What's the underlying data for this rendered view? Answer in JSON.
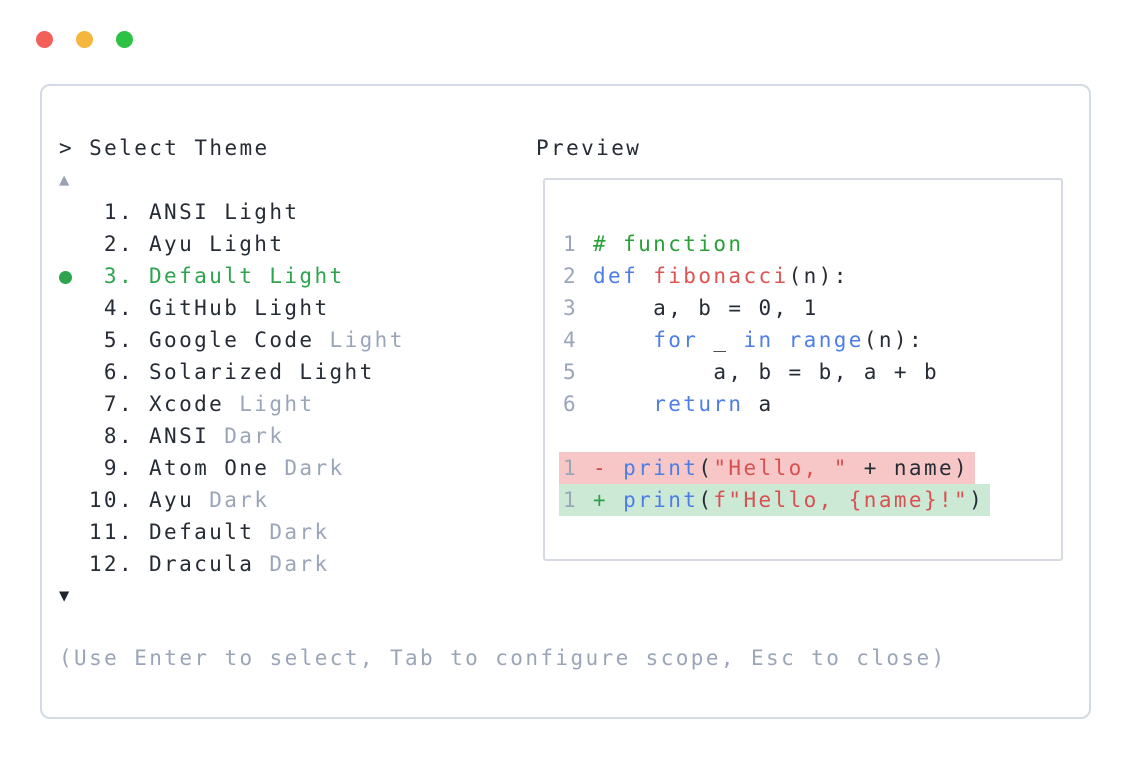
{
  "window": {
    "traffic_lights": [
      {
        "name": "close",
        "color": "#f3605a"
      },
      {
        "name": "minimize",
        "color": "#f5b63e"
      },
      {
        "name": "zoom",
        "color": "#2ec244"
      }
    ]
  },
  "palette": {
    "accent_green": "#2da44e",
    "keyword_blue": "#4d7ee8",
    "function_red": "#df5353",
    "string_red": "#d95050",
    "comment_green": "#28a138",
    "muted_gray": "#9aa6b8",
    "text_dark": "#262c35",
    "diff_removed_bg": "#f7c7c7",
    "diff_added_bg": "#cbe9d5",
    "panel_border": "#d4dae3"
  },
  "prompt": {
    "label": "> Select Theme"
  },
  "list": {
    "scroll_up_glyph": "▲",
    "scroll_down_glyph": "▼",
    "items": [
      {
        "number": "1.",
        "selected": false,
        "parts": [
          {
            "text": "ANSI Light",
            "muted": false
          }
        ]
      },
      {
        "number": "2.",
        "selected": false,
        "parts": [
          {
            "text": "Ayu Light",
            "muted": false
          }
        ]
      },
      {
        "number": "3.",
        "selected": true,
        "parts": [
          {
            "text": "Default Light",
            "muted": false
          }
        ]
      },
      {
        "number": "4.",
        "selected": false,
        "parts": [
          {
            "text": "GitHub Light",
            "muted": false
          }
        ]
      },
      {
        "number": "5.",
        "selected": false,
        "parts": [
          {
            "text": "Google Code ",
            "muted": false
          },
          {
            "text": "Light",
            "muted": true
          }
        ]
      },
      {
        "number": "6.",
        "selected": false,
        "parts": [
          {
            "text": "Solarized Light",
            "muted": false
          }
        ]
      },
      {
        "number": "7.",
        "selected": false,
        "parts": [
          {
            "text": "Xcode ",
            "muted": false
          },
          {
            "text": "Light",
            "muted": true
          }
        ]
      },
      {
        "number": "8.",
        "selected": false,
        "parts": [
          {
            "text": "ANSI ",
            "muted": false
          },
          {
            "text": "Dark",
            "muted": true
          }
        ]
      },
      {
        "number": "9.",
        "selected": false,
        "parts": [
          {
            "text": "Atom One ",
            "muted": false
          },
          {
            "text": "Dark",
            "muted": true
          }
        ]
      },
      {
        "number": "10.",
        "selected": false,
        "parts": [
          {
            "text": "Ayu ",
            "muted": false
          },
          {
            "text": "Dark",
            "muted": true
          }
        ]
      },
      {
        "number": "11.",
        "selected": false,
        "parts": [
          {
            "text": "Default ",
            "muted": false
          },
          {
            "text": "Dark",
            "muted": true
          }
        ]
      },
      {
        "number": "12.",
        "selected": false,
        "parts": [
          {
            "text": "Dracula ",
            "muted": false
          },
          {
            "text": "Dark",
            "muted": true
          }
        ]
      }
    ]
  },
  "footer": {
    "hint": "(Use Enter to select, Tab to configure scope, Esc to close)"
  },
  "preview": {
    "title": "Preview",
    "code_lines": [
      {
        "number": "1",
        "diff": null,
        "tokens": [
          {
            "text": "# function",
            "style": "comment"
          }
        ]
      },
      {
        "number": "2",
        "diff": null,
        "tokens": [
          {
            "text": "def",
            "style": "keyword"
          },
          {
            "text": " ",
            "style": "plain"
          },
          {
            "text": "fibonacci",
            "style": "function"
          },
          {
            "text": "(n):",
            "style": "plain"
          }
        ]
      },
      {
        "number": "3",
        "diff": null,
        "tokens": [
          {
            "text": "    a, b = 0, 1",
            "style": "plain"
          }
        ]
      },
      {
        "number": "4",
        "diff": null,
        "tokens": [
          {
            "text": "    ",
            "style": "plain"
          },
          {
            "text": "for",
            "style": "keyword"
          },
          {
            "text": " _ ",
            "style": "plain"
          },
          {
            "text": "in",
            "style": "keyword"
          },
          {
            "text": " ",
            "style": "plain"
          },
          {
            "text": "range",
            "style": "keyword"
          },
          {
            "text": "(n):",
            "style": "plain"
          }
        ]
      },
      {
        "number": "5",
        "diff": null,
        "tokens": [
          {
            "text": "        a, b = b, a + b",
            "style": "plain"
          }
        ]
      },
      {
        "number": "6",
        "diff": null,
        "tokens": [
          {
            "text": "    ",
            "style": "plain"
          },
          {
            "text": "return",
            "style": "keyword"
          },
          {
            "text": " a",
            "style": "plain"
          }
        ]
      },
      {
        "number": "",
        "diff": null,
        "tokens": []
      },
      {
        "number": "1",
        "diff": "removed",
        "tokens": [
          {
            "text": "- ",
            "style": "minus"
          },
          {
            "text": "print",
            "style": "keyword"
          },
          {
            "text": "(",
            "style": "plain"
          },
          {
            "text": "\"Hello, \"",
            "style": "string"
          },
          {
            "text": " + name)",
            "style": "plain"
          }
        ]
      },
      {
        "number": "1",
        "diff": "added",
        "tokens": [
          {
            "text": "+ ",
            "style": "plus"
          },
          {
            "text": "print",
            "style": "keyword"
          },
          {
            "text": "(",
            "style": "plain"
          },
          {
            "text": "f\"Hello, {name}!\"",
            "style": "string"
          },
          {
            "text": ")",
            "style": "plain"
          }
        ]
      }
    ]
  }
}
